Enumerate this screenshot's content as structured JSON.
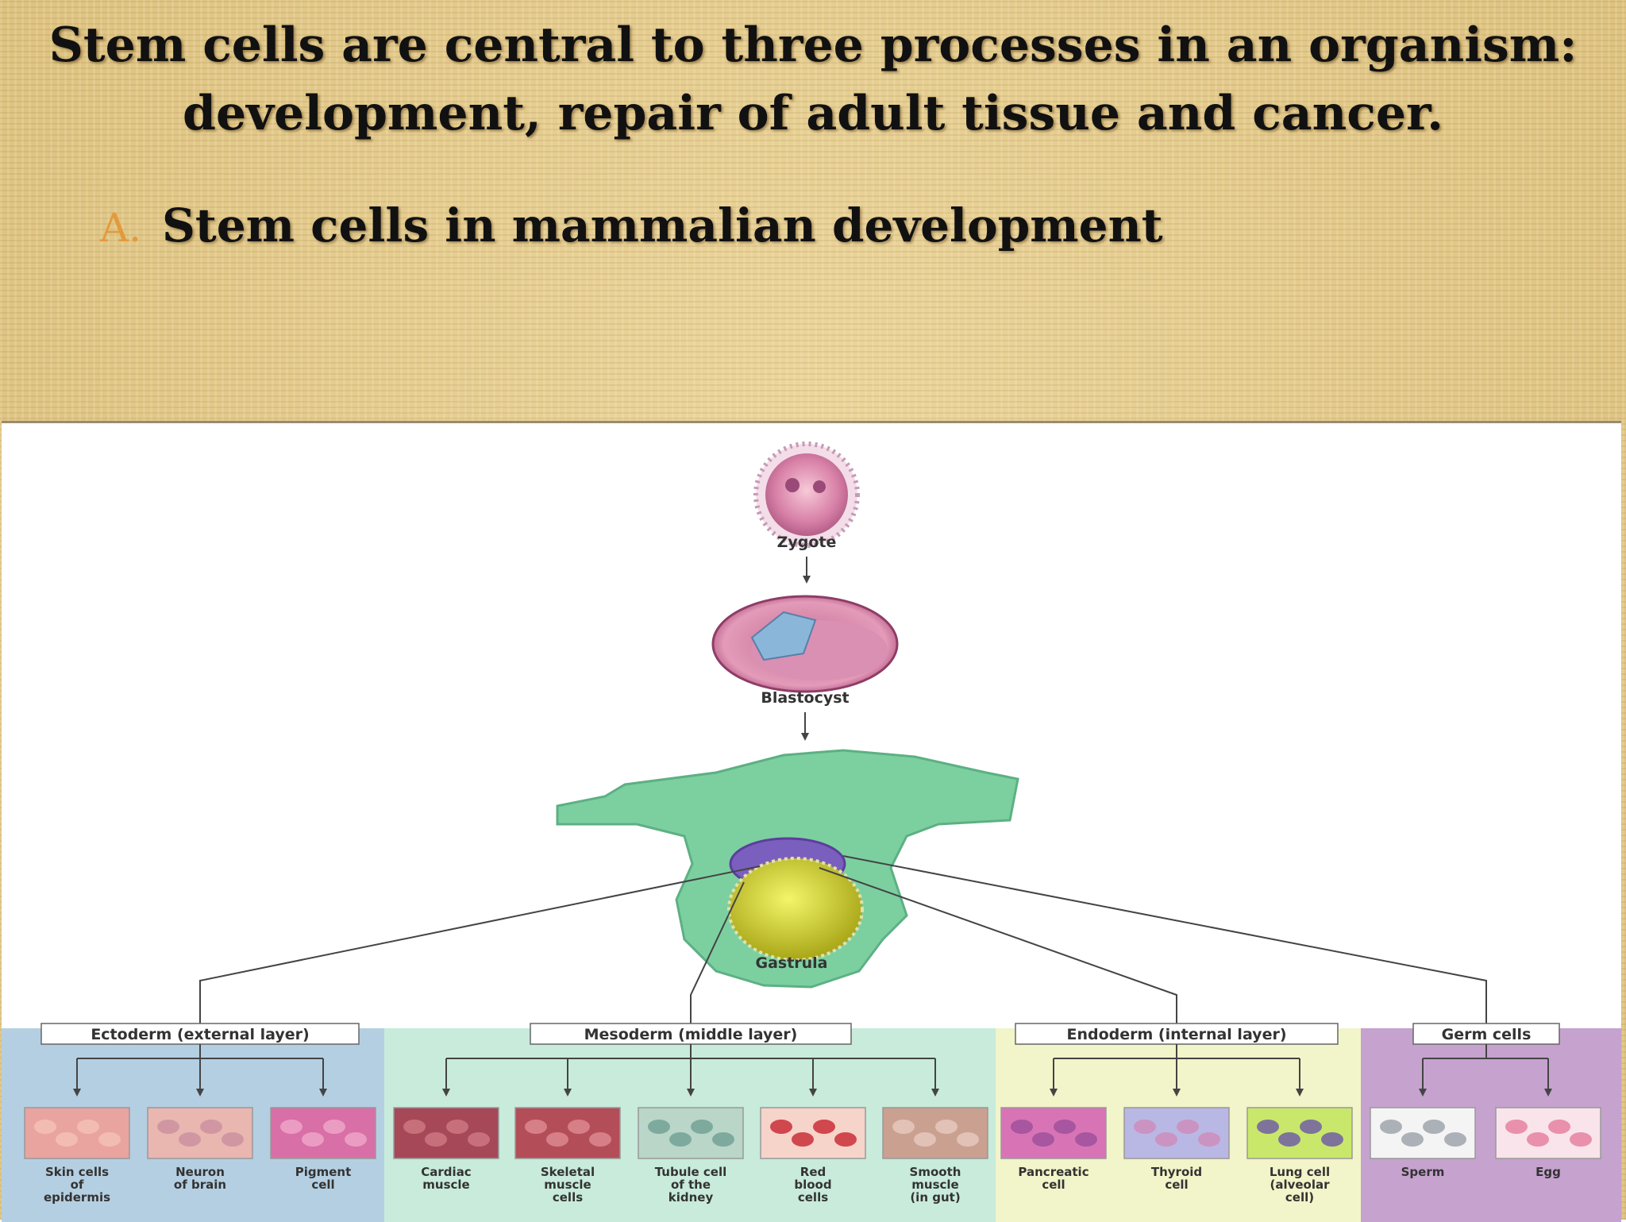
{
  "slide": {
    "title_line1": "Stem cells are central to three processes in an organism:",
    "title_line2": "development, repair of adult tissue and cancer.",
    "bullet_marker": "A.",
    "bullet_text": "Stem cells in mammalian development"
  },
  "diagram": {
    "stages": [
      "Zygote",
      "Blastocyst",
      "Gastrula"
    ],
    "layers": [
      {
        "label": "Ectoderm (external layer)",
        "color": "#b5cfe2",
        "cells": [
          [
            "Skin cells",
            "of",
            "epidermis"
          ],
          [
            "Neuron",
            "of brain"
          ],
          [
            "Pigment",
            "cell"
          ]
        ]
      },
      {
        "label": "Mesoderm (middle layer)",
        "color": "#c8ebdb",
        "cells": [
          [
            "Cardiac",
            "muscle"
          ],
          [
            "Skeletal",
            "muscle",
            "cells"
          ],
          [
            "Tubule cell",
            "of the",
            "kidney"
          ],
          [
            "Red",
            "blood",
            "cells"
          ],
          [
            "Smooth",
            "muscle",
            "(in gut)"
          ]
        ]
      },
      {
        "label": "Endoderm (internal layer)",
        "color": "#f2f4c9",
        "cells": [
          [
            "Pancreatic",
            "cell"
          ],
          [
            "Thyroid",
            "cell"
          ],
          [
            "Lung cell",
            "(alveolar",
            "cell)"
          ]
        ]
      },
      {
        "label": "Germ cells",
        "color": "#c6a2cf",
        "cells": [
          [
            "Sperm"
          ],
          [
            "Egg"
          ]
        ]
      }
    ]
  }
}
